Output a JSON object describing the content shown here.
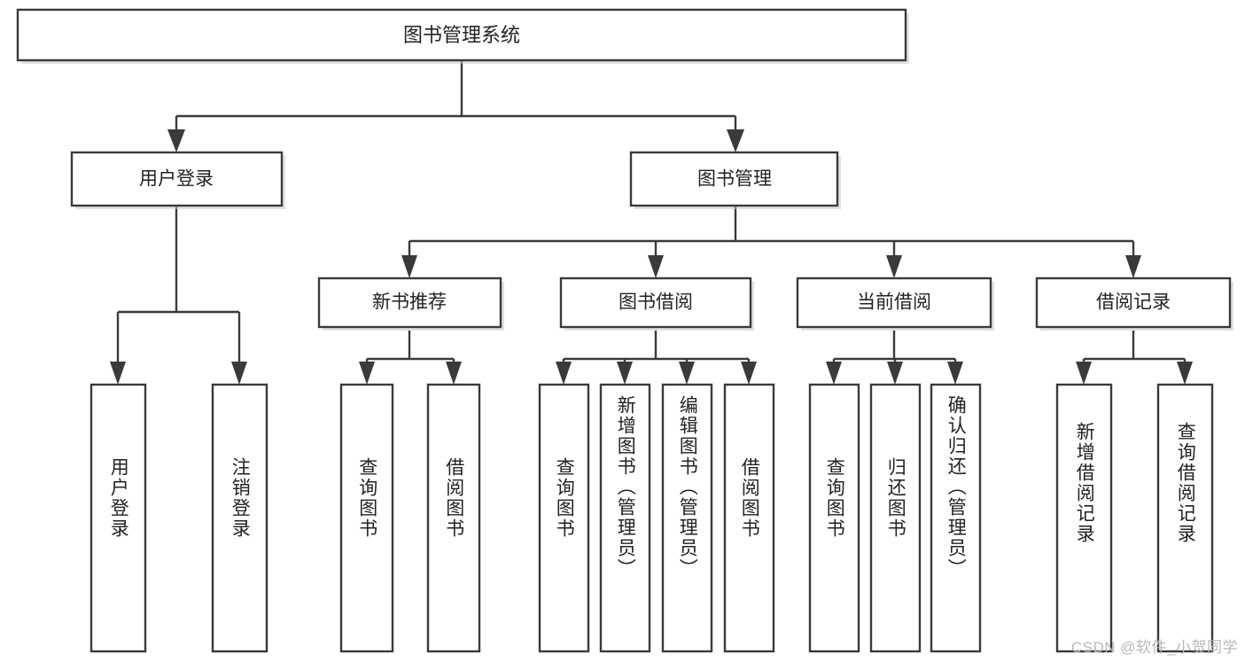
{
  "diagram": {
    "type": "tree-hierarchy",
    "title": "图书管理系统",
    "watermark": "CSDN @软件_小贺同学",
    "colors": {
      "stroke": "#3a3a3a",
      "fill": "#ffffff",
      "text": "#222222",
      "watermark": "#b8b8b8",
      "background": "#ffffff"
    },
    "root": {
      "label": "图书管理系统"
    },
    "level2": [
      {
        "label": "用户登录"
      },
      {
        "label": "图书管理"
      }
    ],
    "level3": [
      {
        "label": "新书推荐"
      },
      {
        "label": "图书借阅"
      },
      {
        "label": "当前借阅"
      },
      {
        "label": "借阅记录"
      }
    ],
    "leaves": {
      "user_login": [
        {
          "label": "用户登录"
        },
        {
          "label": "注销登录"
        }
      ],
      "new_book": [
        {
          "label": "查询图书"
        },
        {
          "label": "借阅图书"
        }
      ],
      "book_borrow": [
        {
          "label": "查询图书"
        },
        {
          "label": "新增图书（管理员）"
        },
        {
          "label": "编辑图书（管理员）"
        },
        {
          "label": "借阅图书"
        }
      ],
      "current_borrow": [
        {
          "label": "查询图书"
        },
        {
          "label": "归还图书"
        },
        {
          "label": "确认归还（管理员）"
        }
      ],
      "borrow_record": [
        {
          "label": "新增借阅记录"
        },
        {
          "label": "查询借阅记录"
        }
      ]
    }
  }
}
